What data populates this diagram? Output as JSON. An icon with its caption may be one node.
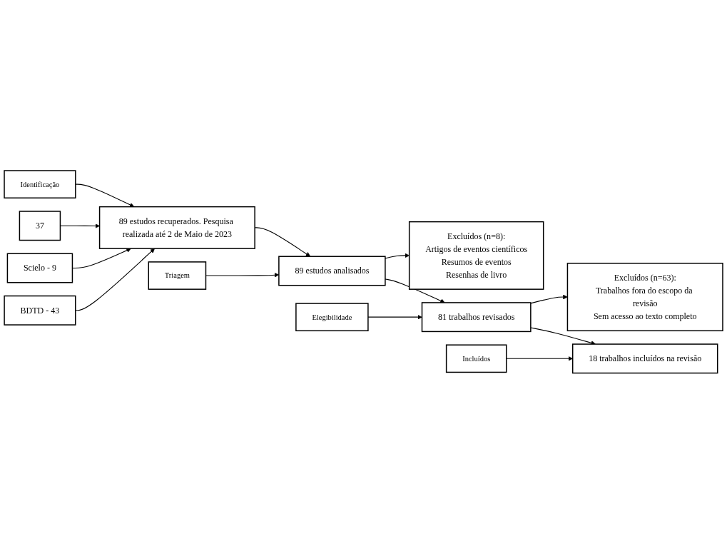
{
  "diagram": {
    "nodes": [
      {
        "text": [
          "Identificação"
        ]
      },
      {
        "text": [
          "89 estudos recuperados. Pesquisa realizada até 2 de Maio de 2023"
        ]
      },
      {
        "text": [
          "37"
        ]
      },
      {
        "text": [
          "Scielo - 9"
        ]
      },
      {
        "text": [
          "BDTD - 43"
        ]
      },
      {
        "text": [
          "Triagem"
        ]
      },
      {
        "text": [
          "89 estudos analisados"
        ]
      },
      {
        "text": [
          "Excluídos (n=8):",
          "Artigos de eventos científicos",
          "Resumos de eventos",
          "Resenhas de livro"
        ]
      },
      {
        "text": [
          "Elegibilidade"
        ]
      },
      {
        "text": [
          "81 trabalhos revisados"
        ]
      },
      {
        "text": [
          "Excluídos (n=63):",
          "Trabalhos fora do escopo da revisão",
          "Sem acesso ao texto completo"
        ]
      },
      {
        "text": [
          "Incluídos"
        ]
      },
      {
        "text": [
          "18 trabalhos incluídos na revisão"
        ]
      }
    ],
    "edges": [
      {
        "from": 0,
        "to": 1,
        "arrow": "to"
      },
      {
        "from": 2,
        "to": 1,
        "arrow": "to"
      },
      {
        "from": 3,
        "to": 1,
        "arrow": "to"
      },
      {
        "from": 4,
        "to": 1,
        "arrow": "to"
      },
      {
        "from": 1,
        "to": 6,
        "arrow": "to"
      },
      {
        "from": 5,
        "to": 6,
        "arrow": "to"
      },
      {
        "from": 6,
        "to": 7,
        "arrow": "to"
      },
      {
        "from": 6,
        "to": 9,
        "arrow": "to"
      },
      {
        "from": 8,
        "to": 9,
        "arrow": "to"
      },
      {
        "from": 9,
        "to": 10,
        "arrow": "to"
      },
      {
        "from": 9,
        "to": 12,
        "arrow": "to"
      },
      {
        "from": 11,
        "to": 12,
        "arrow": "to"
      }
    ]
  }
}
